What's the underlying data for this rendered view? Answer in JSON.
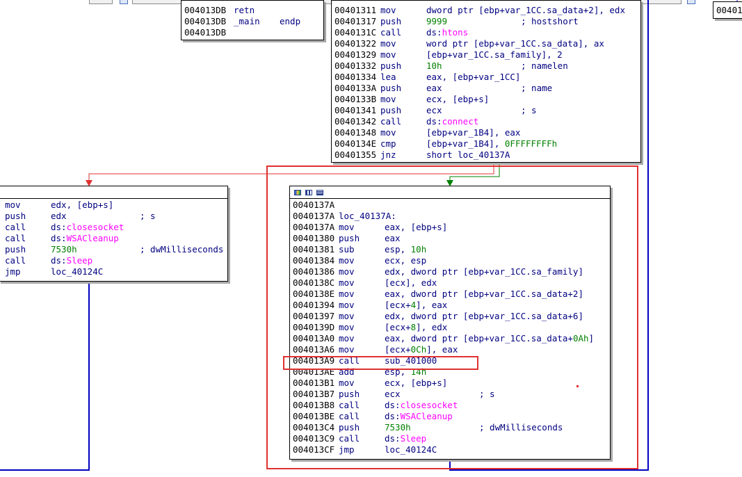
{
  "top_right_node": {
    "text": "00401"
  },
  "node_main_end": {
    "lines": [
      {
        "addr": "004013DB",
        "mnem": "retn",
        "ops": ""
      },
      {
        "addr": "004013DB",
        "mnem": "_main",
        "ops": "endp"
      },
      {
        "addr": "004013DB",
        "mnem": "",
        "ops": ""
      }
    ]
  },
  "node_connect": {
    "lines": [
      {
        "addr": "00401311",
        "mnem": "mov",
        "ops": "dword ptr [ebp+var_1CC.sa_data+2], edx"
      },
      {
        "addr": "00401317",
        "mnem": "push",
        "num": "9999",
        "cmt": "; hostshort"
      },
      {
        "addr": "0040131C",
        "mnem": "call",
        "pre": "ds:",
        "fn": "htons"
      },
      {
        "addr": "00401322",
        "mnem": "mov",
        "ops": "word ptr [ebp+var_1CC.sa_data], ax"
      },
      {
        "addr": "00401329",
        "mnem": "mov",
        "ops": "[ebp+var_1CC.sa_family], 2"
      },
      {
        "addr": "00401332",
        "mnem": "push",
        "num": "10h",
        "cmt": "; namelen"
      },
      {
        "addr": "00401334",
        "mnem": "lea",
        "ops": "eax, [ebp+var_1CC]"
      },
      {
        "addr": "0040133A",
        "mnem": "push",
        "ops": "eax",
        "cmt": "; name"
      },
      {
        "addr": "0040133B",
        "mnem": "mov",
        "ops": "ecx, [ebp+s]"
      },
      {
        "addr": "00401341",
        "mnem": "push",
        "ops": "ecx",
        "cmt": "; s"
      },
      {
        "addr": "00401342",
        "mnem": "call",
        "pre": "ds:",
        "fn": "connect"
      },
      {
        "addr": "00401348",
        "mnem": "mov",
        "ops": "[ebp+var_1B4], eax"
      },
      {
        "addr": "0040134E",
        "mnem": "cmp",
        "ops": "[ebp+var_1B4], ",
        "num": "0FFFFFFFFh"
      },
      {
        "addr": "00401355",
        "mnem": "jnz",
        "ops": "short loc_40137A"
      }
    ]
  },
  "node_fail": {
    "lines": [
      {
        "mnem": "mov",
        "ops": "edx, [ebp+s]"
      },
      {
        "mnem": "push",
        "ops": "edx",
        "cmt": "; s"
      },
      {
        "mnem": "call",
        "pre": "ds:",
        "fn": "closesocket"
      },
      {
        "mnem": "call",
        "pre": "ds:",
        "fn": "WSACleanup"
      },
      {
        "mnem": "push",
        "num": "7530h",
        "cmt": "; dwMilliseconds"
      },
      {
        "mnem": "call",
        "pre": "ds:",
        "fn": "Sleep"
      },
      {
        "mnem": "jmp",
        "ops": "loc_40124C"
      }
    ]
  },
  "node_success": {
    "lines": [
      {
        "addr": "0040137A",
        "mnem": "",
        "ops": ""
      },
      {
        "addr": "0040137A",
        "label": "loc_40137A:"
      },
      {
        "addr": "0040137A",
        "mnem": "mov",
        "ops": "eax, [ebp+s]"
      },
      {
        "addr": "00401380",
        "mnem": "push",
        "ops": "eax"
      },
      {
        "addr": "00401381",
        "mnem": "sub",
        "ops": "esp, ",
        "num": "10h"
      },
      {
        "addr": "00401384",
        "mnem": "mov",
        "ops": "ecx, esp"
      },
      {
        "addr": "00401386",
        "mnem": "mov",
        "ops": "edx, dword ptr [ebp+var_1CC.sa_family]"
      },
      {
        "addr": "0040138C",
        "mnem": "mov",
        "ops": "[ecx], edx"
      },
      {
        "addr": "0040138E",
        "mnem": "mov",
        "ops": "eax, dword ptr [ebp+var_1CC.sa_data+2]"
      },
      {
        "addr": "00401394",
        "mnem": "mov",
        "ops": "[ecx+",
        "num": "4",
        "ops2": "], eax"
      },
      {
        "addr": "00401397",
        "mnem": "mov",
        "ops": "edx, dword ptr [ebp+var_1CC.sa_data+6]"
      },
      {
        "addr": "0040139D",
        "mnem": "mov",
        "ops": "[ecx+",
        "num": "8",
        "ops2": "], edx"
      },
      {
        "addr": "004013A0",
        "mnem": "mov",
        "ops": "eax, dword ptr [ebp+var_1CC.sa_data+",
        "num": "0Ah",
        "ops2": "]"
      },
      {
        "addr": "004013A6",
        "mnem": "mov",
        "ops": "[ecx+",
        "num": "0Ch",
        "ops2": "], eax"
      },
      {
        "addr": "004013A9",
        "mnem": "call",
        "ops": "sub_401000"
      },
      {
        "addr": "004013AE",
        "mnem": "add",
        "ops": "esp, ",
        "num": "14h"
      },
      {
        "addr": "004013B1",
        "mnem": "mov",
        "ops": "ecx, [ebp+s]"
      },
      {
        "addr": "004013B7",
        "mnem": "push",
        "ops": "ecx",
        "cmt": "; s"
      },
      {
        "addr": "004013B8",
        "mnem": "call",
        "pre": "ds:",
        "fn": "closesocket"
      },
      {
        "addr": "004013BE",
        "mnem": "call",
        "pre": "ds:",
        "fn": "WSACleanup"
      },
      {
        "addr": "004013C4",
        "mnem": "push",
        "num": "7530h",
        "cmt": "; dwMilliseconds"
      },
      {
        "addr": "004013C9",
        "mnem": "call",
        "pre": "ds:",
        "fn": "Sleep"
      },
      {
        "addr": "004013CF",
        "mnem": "jmp",
        "ops": "loc_40124C"
      }
    ]
  },
  "colors": {
    "address": "#000000",
    "mnemonic": "#000080",
    "number": "#008000",
    "import": "#ff00ff",
    "edge_true": "#008000",
    "edge_false": "#e03030",
    "edge_jump": "#0000c0",
    "highlight": "#e03030"
  }
}
